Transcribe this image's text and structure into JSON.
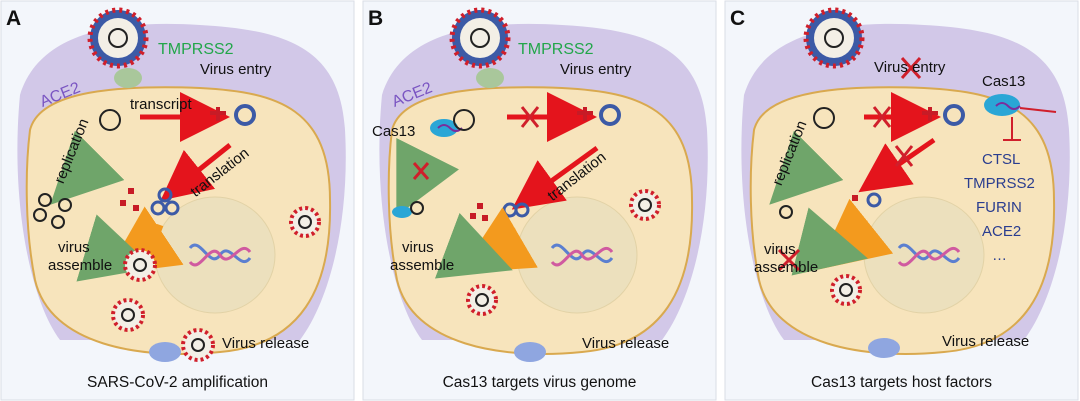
{
  "panels": [
    {
      "letter": "A",
      "caption": "SARS-CoV-2 amplification",
      "labels": {
        "tmprss2": "TMPRSS2",
        "ace2": "ACE2",
        "virus_entry": "Virus entry",
        "transcript": "transcript",
        "replication": "replication",
        "translation": "translation",
        "virus": "virus",
        "assemble": "assemble",
        "virus_release": "Virus release"
      }
    },
    {
      "letter": "B",
      "caption": "Cas13 targets virus genome",
      "labels": {
        "tmprss2": "TMPRSS2",
        "ace2": "ACE2",
        "virus_entry": "Virus entry",
        "cas13": "Cas13",
        "translation": "translation",
        "virus": "virus",
        "assemble": "assemble",
        "virus_release": "Virus release"
      }
    },
    {
      "letter": "C",
      "caption": "Cas13 targets host factors",
      "labels": {
        "virus_entry": "Virus entry",
        "cas13": "Cas13",
        "replication": "replication",
        "virus": "virus",
        "assemble": "assemble",
        "virus_release": "Virus release"
      },
      "host_factors": [
        "CTSL",
        "TMPRSS2",
        "FURIN",
        "ACE2",
        "…"
      ]
    }
  ],
  "colors": {
    "cell": "#f7e4bc",
    "cell_stroke": "#d9a94f",
    "membrane": "#cbbfe4",
    "nucleus": "#ece0bd",
    "virus_red": "#d01f2b",
    "virus_blue": "#3c5aa6",
    "arrow_red": "#e4141c",
    "arrow_green": "#6fa56a",
    "arrow_orange": "#f39a1e",
    "cas13": "#2aa6d6",
    "panel_bg": "#f3f6fb"
  }
}
